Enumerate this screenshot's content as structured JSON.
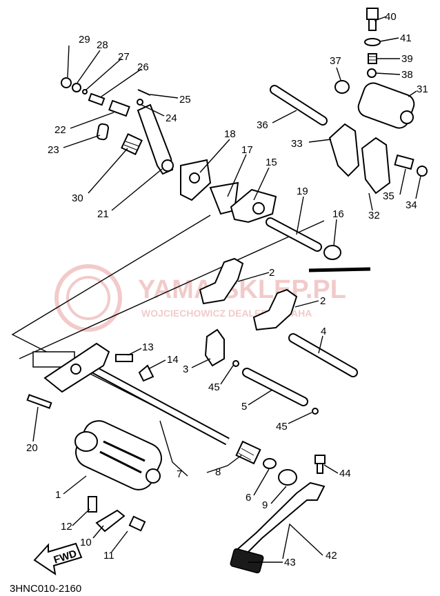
{
  "diagram": {
    "code": "3HNC010-2160",
    "fwd_label": "FWD",
    "watermark": {
      "main": "YAMA-SKLEP.PL",
      "sub": "WOJCIECHOWICZ DEALER YAMAHA",
      "color": "#e8a0a0"
    },
    "callouts": [
      "40",
      "41",
      "39",
      "38",
      "37",
      "31",
      "36",
      "33",
      "35",
      "34",
      "32",
      "29",
      "28",
      "27",
      "26",
      "25",
      "24",
      "22",
      "23",
      "30",
      "21",
      "18",
      "17",
      "15",
      "19",
      "16",
      "2",
      "2",
      "4",
      "3",
      "45",
      "5",
      "45",
      "13",
      "14",
      "20",
      "7",
      "8",
      "6",
      "9",
      "44",
      "1",
      "12",
      "10",
      "11",
      "43",
      "42"
    ]
  }
}
